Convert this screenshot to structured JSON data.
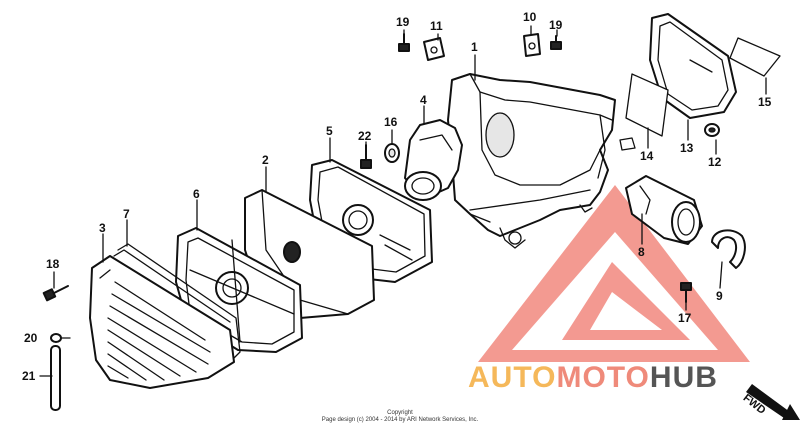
{
  "part_numbers": {
    "n1": "1",
    "n2": "2",
    "n3": "3",
    "n4": "4",
    "n5": "5",
    "n6": "6",
    "n7": "7",
    "n8": "8",
    "n9": "9",
    "n10": "10",
    "n11": "11",
    "n12": "12",
    "n13": "13",
    "n14": "14",
    "n15": "15",
    "n16": "16",
    "n17": "17",
    "n18": "18",
    "n19a": "19",
    "n19b": "19",
    "n20": "20",
    "n21": "21",
    "n22": "22"
  },
  "copyright": {
    "line1": "Copyright",
    "line2": "Page design (c) 2004 - 2014 by ARI Network Services, Inc."
  },
  "watermark": {
    "part_a": "AUTO",
    "part_b": "MOTO",
    "part_c": "HUB",
    "colors": {
      "auto": "#f5b85a",
      "moto": "#ef8a7a",
      "hub": "#555555",
      "triangle": "#ef7b70"
    }
  },
  "direction_label": "FWD"
}
